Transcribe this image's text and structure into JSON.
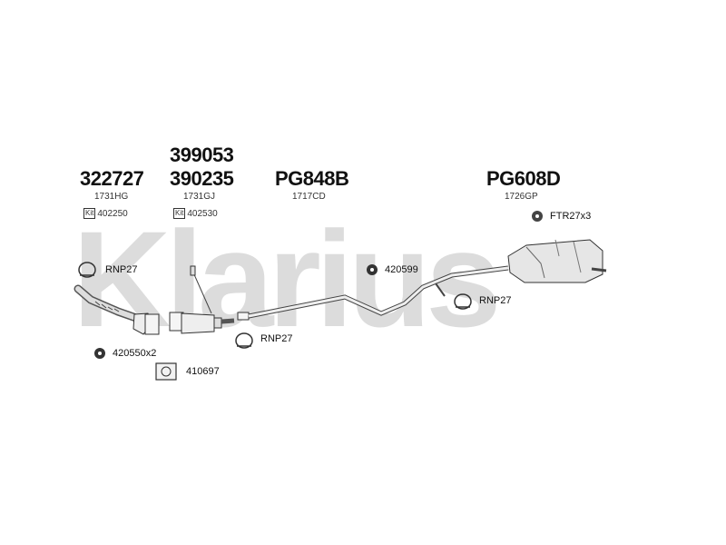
{
  "watermark": "Klarius",
  "groups": [
    {
      "part": "322727",
      "oem": "1731HG",
      "kit_badge": "Kit",
      "kit": "402250"
    },
    {
      "part_top": "399053",
      "part": "390235",
      "oem": "1731GJ",
      "kit_badge": "Kit",
      "kit": "402530"
    },
    {
      "part": "PG848B",
      "oem": "1717CD"
    },
    {
      "part": "PG608D",
      "oem": "1726GP"
    }
  ],
  "labels": {
    "rnp27_a": "RNP27",
    "rnp27_b": "RNP27",
    "rnp27_c": "RNP27",
    "mount_420550": "420550x2",
    "gasket_410697": "410697",
    "mount_420599": "420599",
    "ftr27": "FTR27x3"
  }
}
